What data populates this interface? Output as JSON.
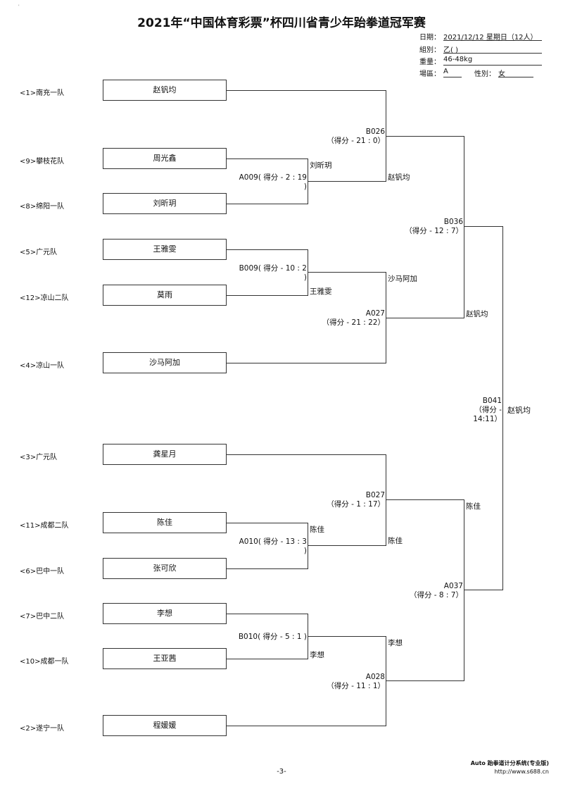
{
  "title": "2021年“中国体育彩票”杯四川省青少年跆拳道冠军赛",
  "info": {
    "date_label": "日期：",
    "date_value": "2021/12/12 星期日（12人）",
    "group_label": "組別：",
    "group_value": "乙( )",
    "weight_label": "重量：",
    "weight_value": "46-48kg",
    "court_label": "場區：",
    "court_value": "A",
    "gender_label": "性別：",
    "gender_value": "女"
  },
  "entries": [
    {
      "team": "<1>南充一队",
      "name": "赵钒均"
    },
    {
      "team": "<9>攀枝花队",
      "name": "周光鑫"
    },
    {
      "team": "<8>绵阳一队",
      "name": "刘昕玥"
    },
    {
      "team": "<5>广元队",
      "name": "王雅雯"
    },
    {
      "team": "<12>凉山二队",
      "name": "莫雨"
    },
    {
      "team": "<4>凉山一队",
      "name": "沙马阿加"
    },
    {
      "team": "<3>广元队",
      "name": "龚星月"
    },
    {
      "team": "<11>成都二队",
      "name": "陈佳"
    },
    {
      "team": "<6>巴中一队",
      "name": "张可欣"
    },
    {
      "team": "<7>巴中二队",
      "name": "李想"
    },
    {
      "team": "<10>成都一队",
      "name": "王亚茜"
    },
    {
      "team": "<2>遂宁一队",
      "name": "程媛媛"
    }
  ],
  "matches": {
    "A009": {
      "code": "A009( 得分 - 2 : 19",
      "code2": ")",
      "winner": "刘昕玥"
    },
    "B009": {
      "code": "B009( 得分 - 10 : 2",
      "code2": ")",
      "winner": "王雅雯"
    },
    "A010": {
      "code": "A010( 得分 - 13 : 3",
      "code2": ")",
      "winner": "陈佳"
    },
    "B010": {
      "code": "B010( 得分 - 5 : 1 )",
      "winner": "李想"
    },
    "B026": {
      "code": "B026",
      "score": "（得分 - 21 : 0）",
      "winner": "赵钒均"
    },
    "A027": {
      "code": "A027",
      "score": "（得分 - 21 : 22）",
      "winner": "沙马阿加"
    },
    "B027": {
      "code": "B027",
      "score": "（得分 - 1 : 17）",
      "winner": "陈佳"
    },
    "A028": {
      "code": "A028",
      "score": "（得分 - 11 : 1）",
      "winner": "李想"
    },
    "B036": {
      "code": "B036",
      "score": "（得分 - 12 : 7）",
      "winner": "赵钒均"
    },
    "A037": {
      "code": "A037",
      "score": "（得分 - 8 : 7）",
      "winner": "陈佳"
    },
    "B041": {
      "code": "B041",
      "score1": "（得分 -",
      "score2": "14:11）",
      "winner": "赵钒均"
    }
  },
  "page_number": "-3-",
  "footer": {
    "system": "Auto 跆拳道计分系统(专业版)",
    "url": "http://www.s688.cn"
  }
}
